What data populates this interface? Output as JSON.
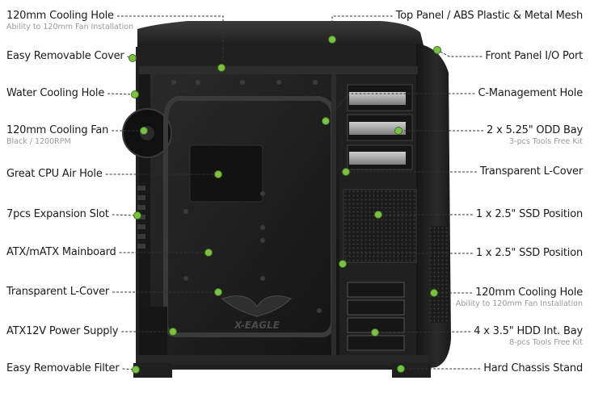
{
  "left_labels": [
    {
      "id": "cooling-hole-top",
      "text": "120mm Cooling Hole",
      "sub": "Ability to 120mm Fan Installation"
    },
    {
      "id": "removable-cover",
      "text": "Easy Removable Cover",
      "sub": ""
    },
    {
      "id": "water-cooling-hole",
      "text": "Water Cooling Hole",
      "sub": ""
    },
    {
      "id": "cooling-fan",
      "text": "120mm Cooling Fan",
      "sub": "Black / 1200RPM"
    },
    {
      "id": "cpu-air-hole",
      "text": "Great CPU Air Hole",
      "sub": ""
    },
    {
      "id": "expansion-slot",
      "text": "7pcs Expansion Slot",
      "sub": ""
    },
    {
      "id": "mainboard",
      "text": "ATX/mATX Mainboard",
      "sub": ""
    },
    {
      "id": "l-cover-left",
      "text": "Transparent L-Cover",
      "sub": ""
    },
    {
      "id": "power-supply",
      "text": "ATX12V Power Supply",
      "sub": ""
    },
    {
      "id": "removable-filter",
      "text": "Easy Removable Filter",
      "sub": ""
    }
  ],
  "right_labels": [
    {
      "id": "top-panel",
      "text": "Top Panel / ABS Plastic & Metal Mesh",
      "sub": ""
    },
    {
      "id": "front-io",
      "text": "Front Panel I/O Port",
      "sub": ""
    },
    {
      "id": "c-management",
      "text": "C-Management Hole",
      "sub": ""
    },
    {
      "id": "odd-bay",
      "text": "2 x 5.25\"  ODD Bay",
      "sub": "3-pcs Tools Free Kit"
    },
    {
      "id": "l-cover-right",
      "text": "Transparent L-Cover",
      "sub": ""
    },
    {
      "id": "ssd-1",
      "text": "1 x 2.5\" SSD Position",
      "sub": ""
    },
    {
      "id": "ssd-2",
      "text": "1 x 2.5\" SSD Position",
      "sub": ""
    },
    {
      "id": "cooling-hole-front",
      "text": "120mm Cooling Hole",
      "sub": "Ability to 120mm Fan Installation"
    },
    {
      "id": "hdd-bay",
      "text": "4 x 3.5\" HDD Int. Bay",
      "sub": "8-pcs Tools Free Kit"
    },
    {
      "id": "chassis-stand",
      "text": "Hard Chassis Stand",
      "sub": ""
    }
  ],
  "logo_text": "X-EAGLE",
  "colors": {
    "dot": "#7cc242",
    "dot_edge": "#3e6e1c",
    "line": "#333333",
    "text": "#1b1b1b",
    "sub": "#9a9a9a"
  }
}
